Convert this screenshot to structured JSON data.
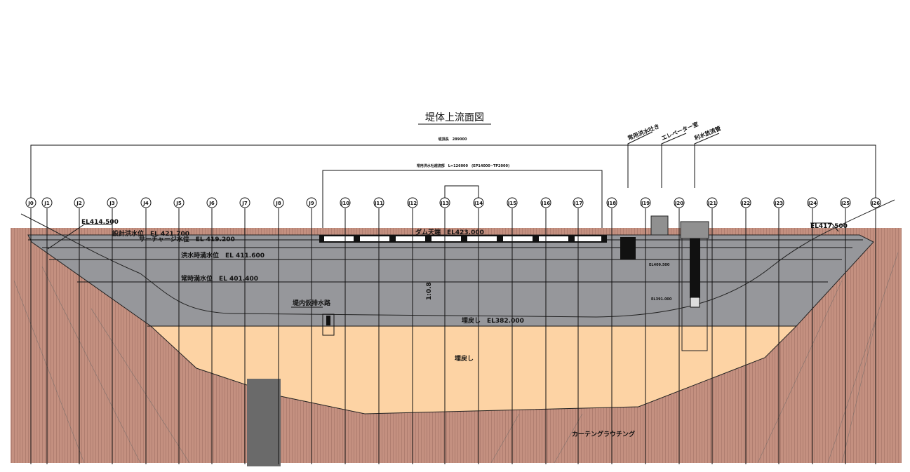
{
  "title": "堤体上流面図",
  "dimensions": {
    "total_length": "堤頂長　289000",
    "spillway": "常用洪水吐越流部　L=126000　(EP14000~TP2000)"
  },
  "block_joints": [
    "J0",
    "J1",
    "J2",
    "J3",
    "J4",
    "J5",
    "J6",
    "J7",
    "J8",
    "J9",
    "J10",
    "J11",
    "J12",
    "J13",
    "J14",
    "J15",
    "J16",
    "J17",
    "J18",
    "J19",
    "J20",
    "J21",
    "J22",
    "J23",
    "J24",
    "J25",
    "J26"
  ],
  "elevations": {
    "left_crest": "EL414.500",
    "right_crest": "EL417.500",
    "design_flood": "設計洪水位　EL 421.700",
    "surcharge": "サーチャージ水位　EL 419.200",
    "flood_season": "洪水時満水位　EL 411.600",
    "normal": "常時満水位　EL 401.400",
    "dam_crest": "ダム天端　EL423.000",
    "backfill": "埋戻し　EL382.000",
    "intake1": "EL409.500",
    "intake2": "EL391.000"
  },
  "labels": {
    "slope": "1:0.8",
    "drain": "堤内仮排水路",
    "backfill": "埋戻し",
    "grouting": "カーテングラウチング"
  },
  "callouts": [
    "常用洪水吐き",
    "エレベーター室",
    "利水放流管"
  ],
  "colors": {
    "reservoir": "#96979b",
    "backfill": "#fdd3a4",
    "rock": "#c49080",
    "pillar": "#6a6a6a"
  }
}
